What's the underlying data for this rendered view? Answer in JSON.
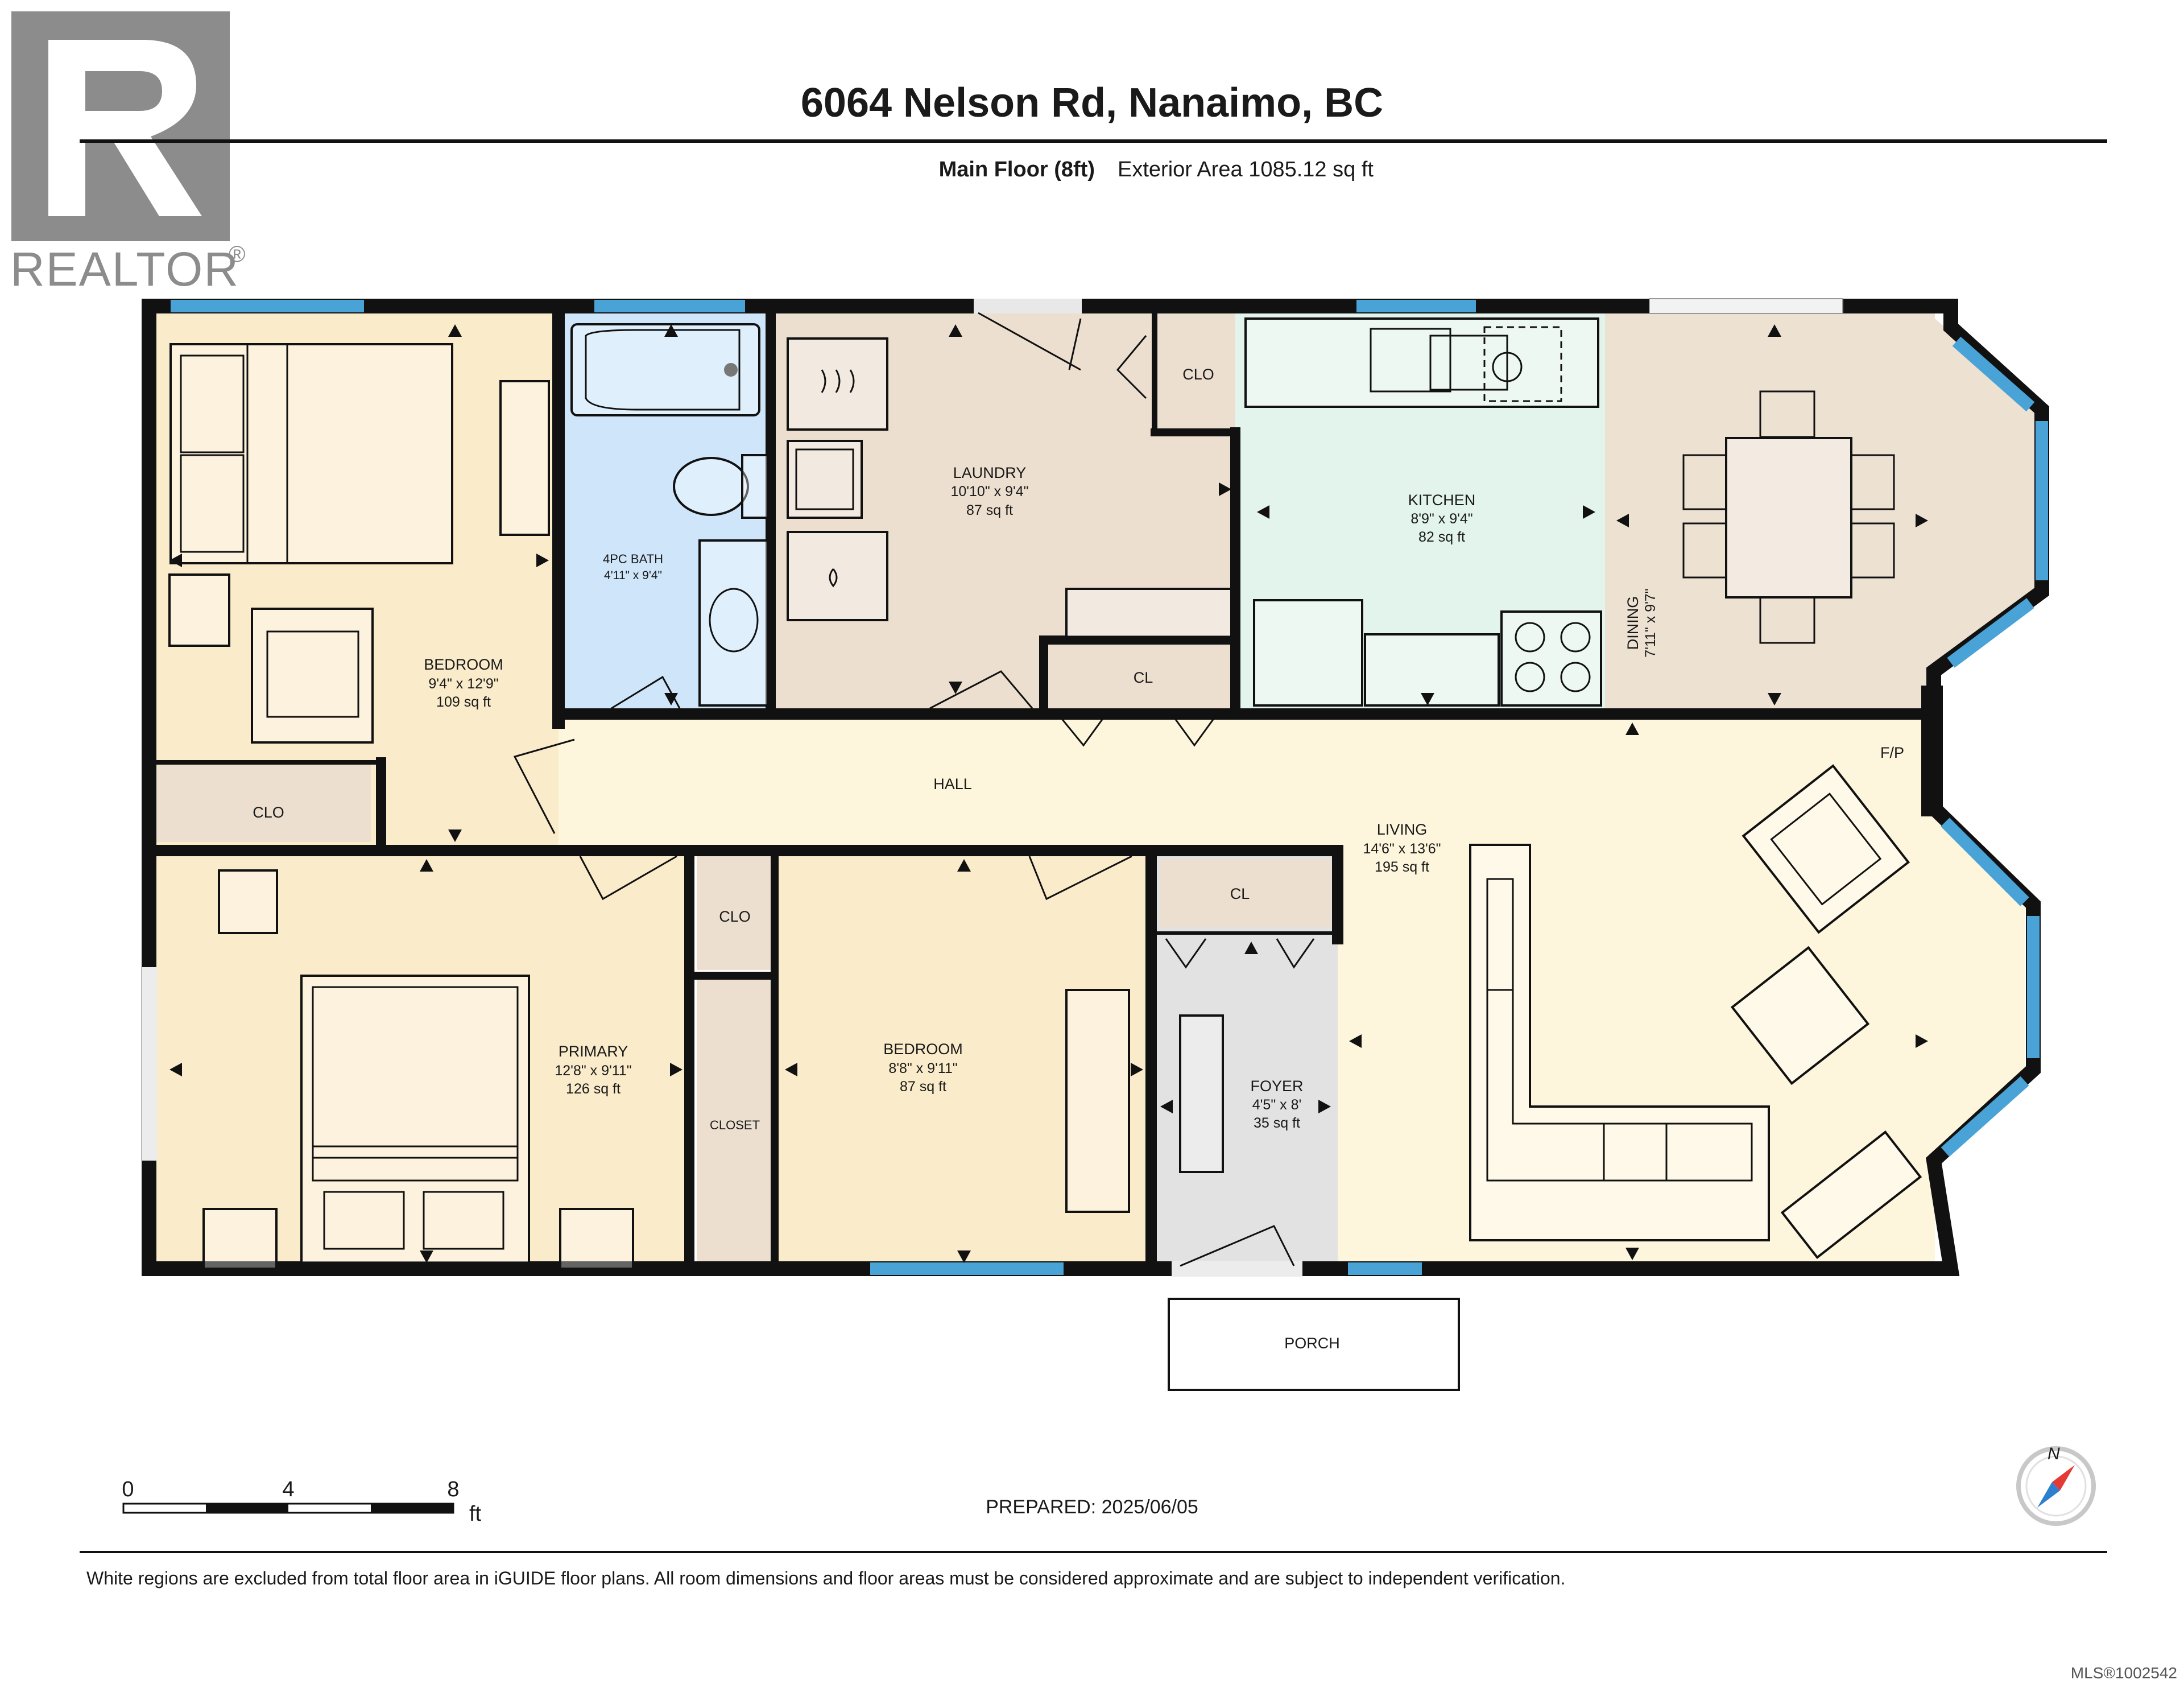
{
  "header": {
    "address": "6064 Nelson Rd, Nanaimo, BC",
    "floor": "Main Floor (8ft)",
    "exterior_area": "Exterior Area 1085.12 sq ft"
  },
  "logo": {
    "brand": "REALTOR",
    "mark": "®"
  },
  "rooms": {
    "bedroom_nw": {
      "name": "BEDROOM",
      "dims": "9'4\" x 12'9\"",
      "area": "109 sq ft"
    },
    "bath": {
      "name": "4PC BATH",
      "dims": "4'11\" x 9'4\""
    },
    "laundry": {
      "name": "LAUNDRY",
      "dims": "10'10\" x 9'4\"",
      "area": "87 sq ft"
    },
    "kitchen": {
      "name": "KITCHEN",
      "dims": "8'9\" x 9'4\"",
      "area": "82 sq ft"
    },
    "dining": {
      "name": "DINING",
      "dims": "7'11\" x 9'7\""
    },
    "hall": {
      "name": "HALL"
    },
    "living": {
      "name": "LIVING",
      "dims": "14'6\" x 13'6\"",
      "area": "195 sq ft"
    },
    "primary": {
      "name": "PRIMARY",
      "dims": "12'8\" x 9'11\"",
      "area": "126 sq ft"
    },
    "bedroom_s": {
      "name": "BEDROOM",
      "dims": "8'8\" x 9'11\"",
      "area": "87 sq ft"
    },
    "foyer": {
      "name": "FOYER",
      "dims": "4'5\" x 8'",
      "area": "35 sq ft"
    },
    "porch": {
      "name": "PORCH"
    },
    "closet": {
      "name": "CLOSET"
    },
    "clo_laundry": {
      "name": "CLO"
    },
    "clo_bed": {
      "name": "CLO"
    },
    "clo_primary": {
      "name": "CLO"
    },
    "cl_hall": {
      "name": "CL"
    },
    "cl_foyer": {
      "name": "CL"
    },
    "fp": {
      "name": "F/P"
    }
  },
  "scale": {
    "ticks": [
      "0",
      "4",
      "8"
    ],
    "unit": "ft"
  },
  "compass": {
    "label": "N"
  },
  "prepared": "PREPARED: 2025/06/05",
  "disclaimer": "White regions are excluded from total floor area in iGUIDE floor plans. All room dimensions and floor areas must be considered approximate and are subject to independent verification.",
  "mls": "MLS®1002542",
  "colors": {
    "bedroom": "#faeccb",
    "bath": "#cfe6fa",
    "laundry": "#ecdfcf",
    "kitchen": "#e3f4ec",
    "dining": "#ede1d2",
    "hall": "#fdf6dc",
    "foyer": "#e2e2e2",
    "window": "#4aa3d6",
    "wall": "#111111"
  }
}
